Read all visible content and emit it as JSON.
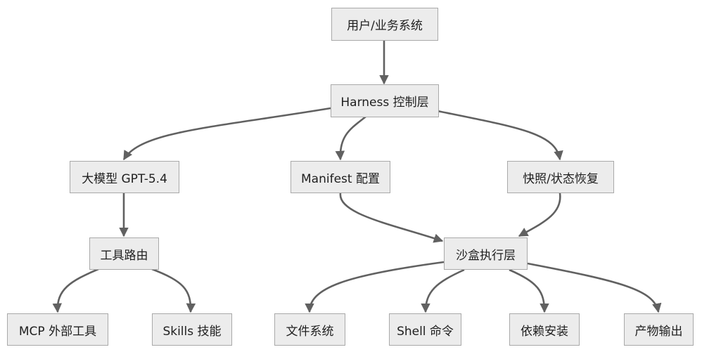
{
  "nodes": {
    "user": "用户/业务系统",
    "harness": "Harness 控制层",
    "llm": "大模型 GPT-5.4",
    "manifest": "Manifest 配置",
    "snapshot": "快照/状态恢复",
    "router": "工具路由",
    "sandbox": "沙盒执行层",
    "mcp": "MCP 外部工具",
    "skills": "Skills 技能",
    "fs": "文件系统",
    "shell": "Shell 命令",
    "deps": "依赖安装",
    "output": "产物输出"
  },
  "edges": [
    [
      "user",
      "harness"
    ],
    [
      "harness",
      "llm"
    ],
    [
      "harness",
      "manifest"
    ],
    [
      "harness",
      "snapshot"
    ],
    [
      "llm",
      "router"
    ],
    [
      "router",
      "mcp"
    ],
    [
      "router",
      "skills"
    ],
    [
      "manifest",
      "sandbox"
    ],
    [
      "snapshot",
      "sandbox"
    ],
    [
      "sandbox",
      "fs"
    ],
    [
      "sandbox",
      "shell"
    ],
    [
      "sandbox",
      "deps"
    ],
    [
      "sandbox",
      "output"
    ]
  ],
  "colors": {
    "node_fill": "#ececec",
    "node_border": "#a9a9a9",
    "edge": "#616161"
  }
}
